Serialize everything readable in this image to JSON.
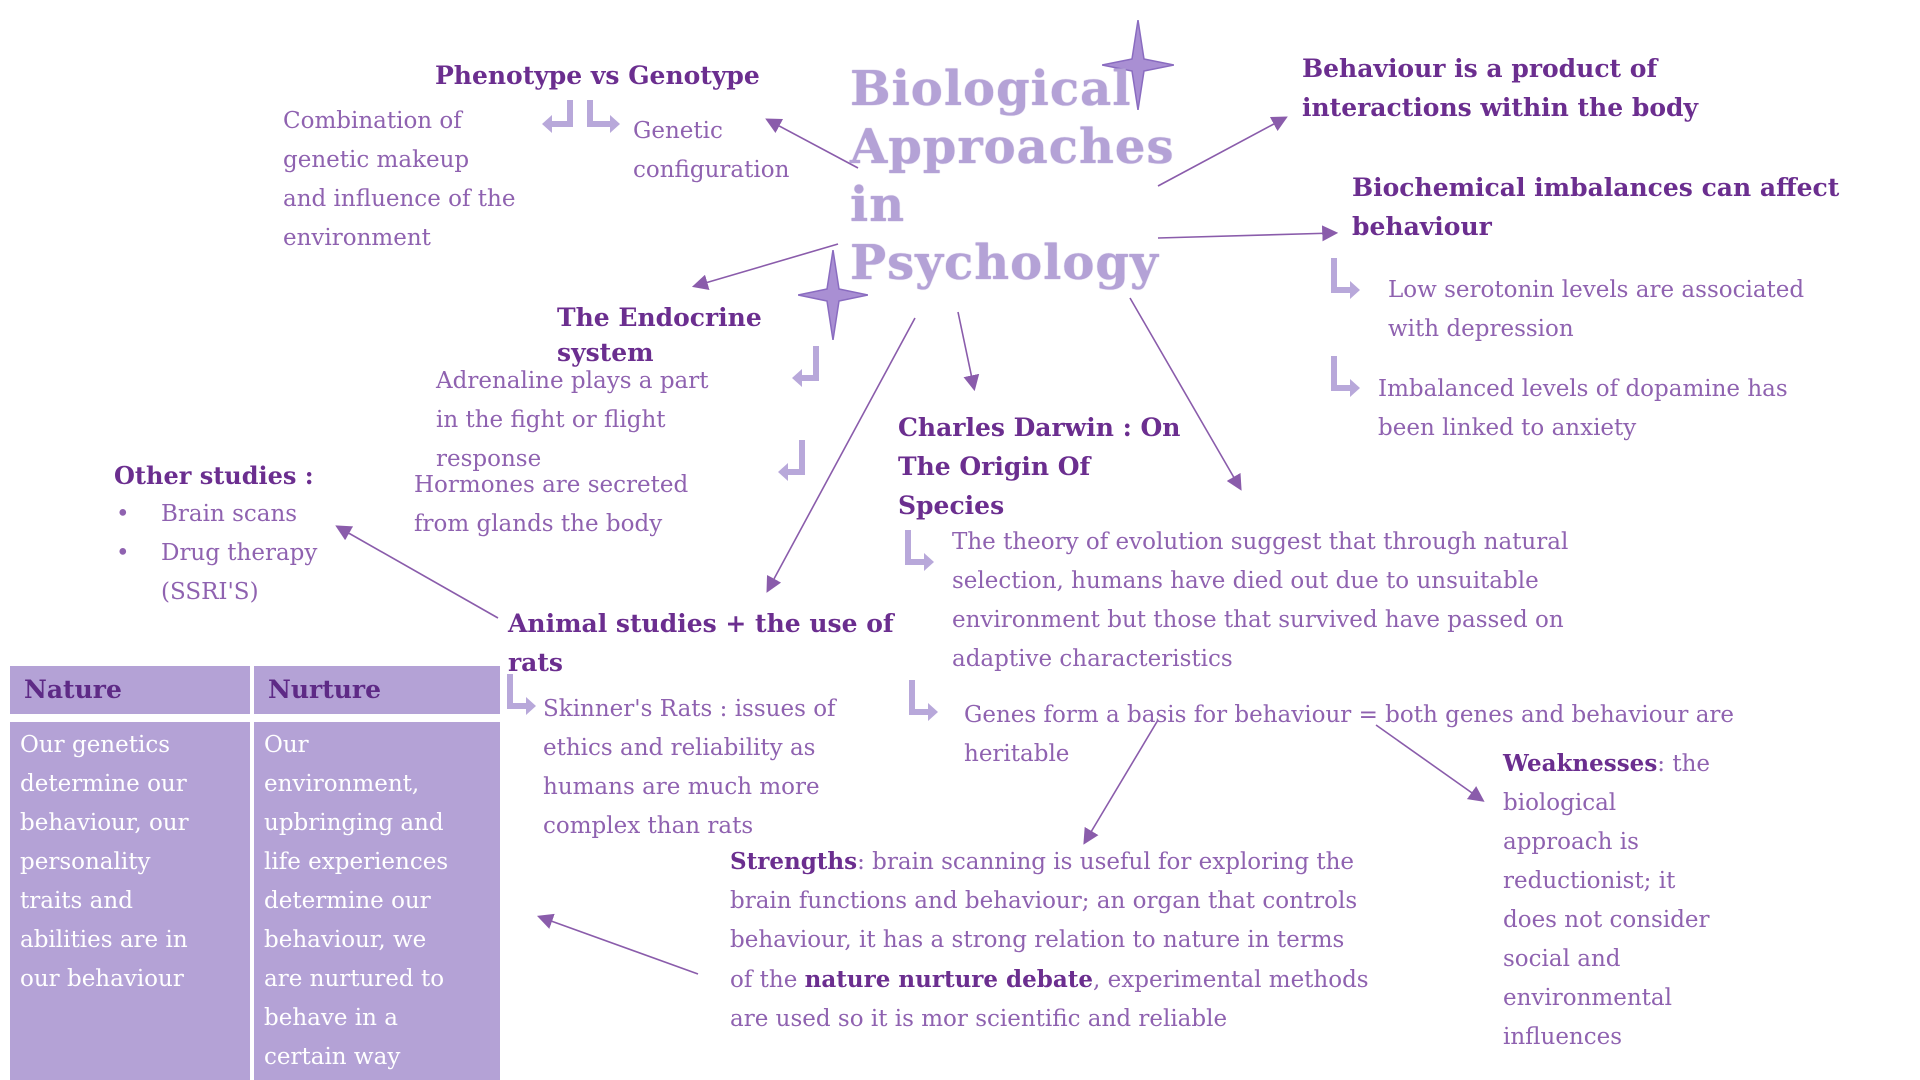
{
  "title": {
    "line1": "Biological",
    "line2": "Approaches",
    "line3": "in",
    "line4": "Psychology"
  },
  "phenotype": {
    "heading": "Phenotype vs Genotype",
    "left": [
      "Combination of",
      "genetic makeup",
      "and influence of the",
      "environment"
    ],
    "right": [
      "Genetic",
      "configuration"
    ]
  },
  "endocrine": {
    "heading": [
      "The Endocrine",
      "system"
    ],
    "point1": [
      "Adrenaline plays a part",
      "in the fight or flight",
      "response"
    ],
    "point2": [
      "Hormones are secreted",
      "from glands the body"
    ]
  },
  "other_studies": {
    "heading": "Other studies :",
    "items": [
      "Brain scans",
      "Drug therapy"
    ],
    "item2_extra": "(SSRI'S)"
  },
  "behaviour_product": {
    "lines": [
      "Behaviour is a product of",
      "interactions within the body"
    ]
  },
  "biochemical": {
    "heading": [
      "Biochemical imbalances can affect",
      "behaviour"
    ],
    "point1": [
      "Low serotonin levels are associated",
      "with depression"
    ],
    "point2": [
      "Imbalanced levels of dopamine has",
      "been linked to anxiety"
    ]
  },
  "darwin": {
    "heading": [
      "Charles Darwin : On",
      "The Origin Of",
      "Species"
    ],
    "point1": [
      "The theory of evolution suggest that through natural",
      "selection, humans have died out due to unsuitable",
      "environment but those that survived have passed on",
      "adaptive characteristics"
    ],
    "point2": [
      "Genes form a basis for behaviour  = both genes and behaviour are",
      "heritable"
    ]
  },
  "animal": {
    "heading": [
      "Animal studies + the use of",
      "rats"
    ],
    "text": [
      "Skinner's Rats : issues of",
      "ethics and reliability as",
      "humans are much more",
      "complex than rats"
    ]
  },
  "strengths": {
    "label": "Strengths",
    "line1_rest": ": brain scanning is useful for exploring the",
    "line2": "brain functions and behaviour; an organ that controls",
    "line3": "behaviour, it has a strong relation to nature in terms",
    "line4_pre": "of the ",
    "line4_bold": "nature nurture debate",
    "line4_post": ", experimental methods",
    "line5": "are used so it is mor scientific and reliable"
  },
  "weaknesses": {
    "label": "Weaknesses",
    "line1_rest": ": the",
    "lines": [
      "biological",
      "approach is",
      "reductionist; it",
      "does  not consider",
      "social and",
      "environmental",
      "influences"
    ]
  },
  "table": {
    "nature_header": "Nature",
    "nurture_header": "Nurture",
    "nature_lines": [
      "Our genetics",
      "determine our",
      "behaviour, our",
      "personality",
      "traits and",
      "abilities are in",
      "our behaviour"
    ],
    "nurture_lines": [
      "Our",
      "environment,",
      "upbringing and",
      "life experiences",
      "determine our",
      "behaviour, we",
      "are nurtured to",
      "behave in a",
      "certain way"
    ]
  },
  "colors": {
    "heading": "#6b2e8f",
    "text": "#8f62b0",
    "title": "#b4a2d6",
    "table_fill": "#b4a2d6",
    "arrow": "#8a5cab"
  },
  "icons": [
    "sparkle-star-icon",
    "double-return-arrow-icon",
    "return-arrow-icon",
    "branch-arrow-icon"
  ]
}
